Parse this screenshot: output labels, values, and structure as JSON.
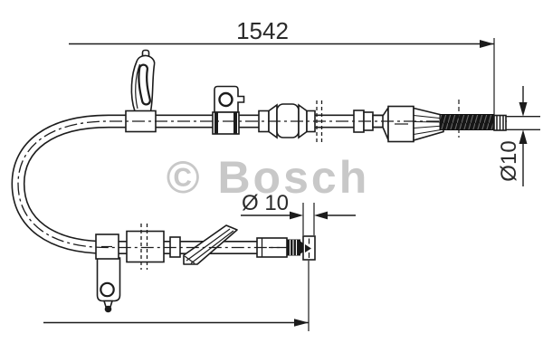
{
  "diagram": {
    "watermark": "© Bosch",
    "dimensions": {
      "overall_length": "1542",
      "right_end_diameter": "Ø10",
      "lower_end_diameter": "Ø 10"
    },
    "colors": {
      "background": "#ffffff",
      "line": "#1c1c1c",
      "dimension_text": "#2b2b2b",
      "watermark": "#c8c8c8"
    }
  }
}
